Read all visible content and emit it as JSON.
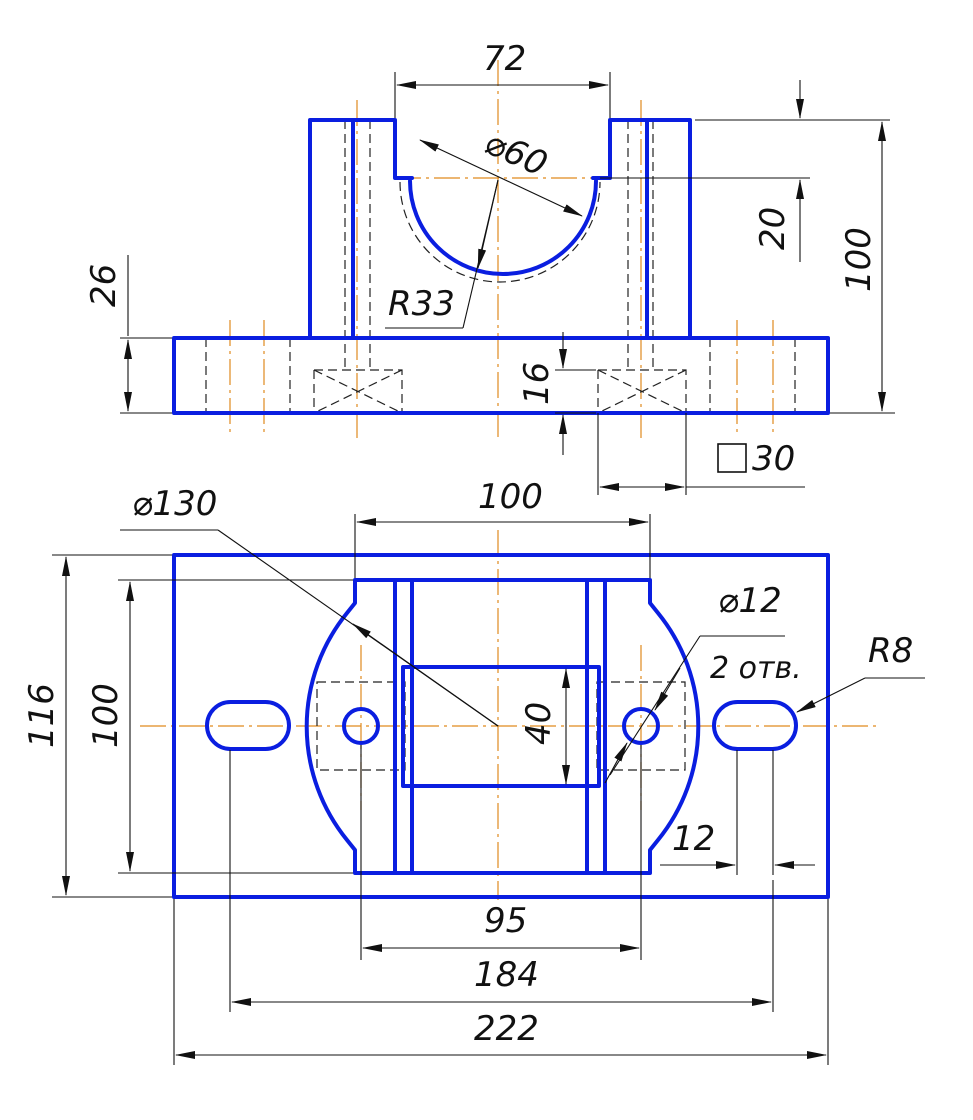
{
  "colors": {
    "object_line": "#0a1ee0",
    "center_line": "#e08a1e",
    "dimension": "#111111"
  },
  "front_view": {
    "dim_slot_width": "72",
    "dim_bore_dia": "⌀60",
    "dim_slot_depth": "20",
    "dim_total_height": "100",
    "dim_base_height": "26",
    "dim_bore_radius": "R33",
    "dim_counterbore_depth": "16",
    "dim_counterbore_square": "30"
  },
  "top_view": {
    "dim_boss_dia": "⌀130",
    "dim_upright_span": "100",
    "dim_hole_dia": "⌀12",
    "dim_hole_count": "2 отв.",
    "dim_slot_radius": "R8",
    "dim_plate_depth": "116",
    "dim_inner_depth": "100",
    "dim_center_block": "40",
    "dim_slot_length": "12",
    "dim_hole_spacing": "95",
    "dim_slot_spacing": "184",
    "dim_total_length": "222"
  }
}
